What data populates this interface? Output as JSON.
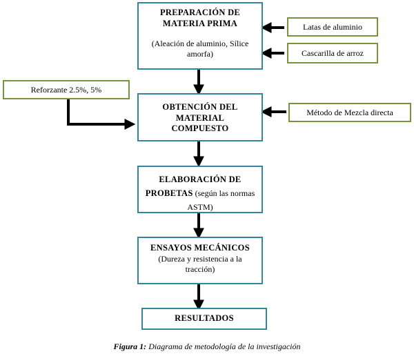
{
  "main": {
    "box1": {
      "title": "PREPARACIÓN DE MATERIA PRIMA",
      "detail": "(Aleación de aluminio, Sílice amorfa)"
    },
    "box2": {
      "title": "OBTENCIÓN DEL MATERIAL COMPUESTO"
    },
    "box3": {
      "title": "ELABORACIÓN DE PROBETAS",
      "detail": " (según las normas ASTM)"
    },
    "box4": {
      "title": "ENSAYOS MECÁNICOS",
      "detail": "(Dureza y resistencia a la tracción)"
    },
    "box5": {
      "title": "RESULTADOS"
    }
  },
  "side": {
    "latas": "Latas de aluminio",
    "cascarilla": "Cascarilla de arroz",
    "reforzante": "Reforzante 2.5%, 5%",
    "metodo": "Método de Mezcla directa"
  },
  "caption": {
    "label": "Figura 1:",
    "text": " Diagrama de metodología de la investigación"
  }
}
